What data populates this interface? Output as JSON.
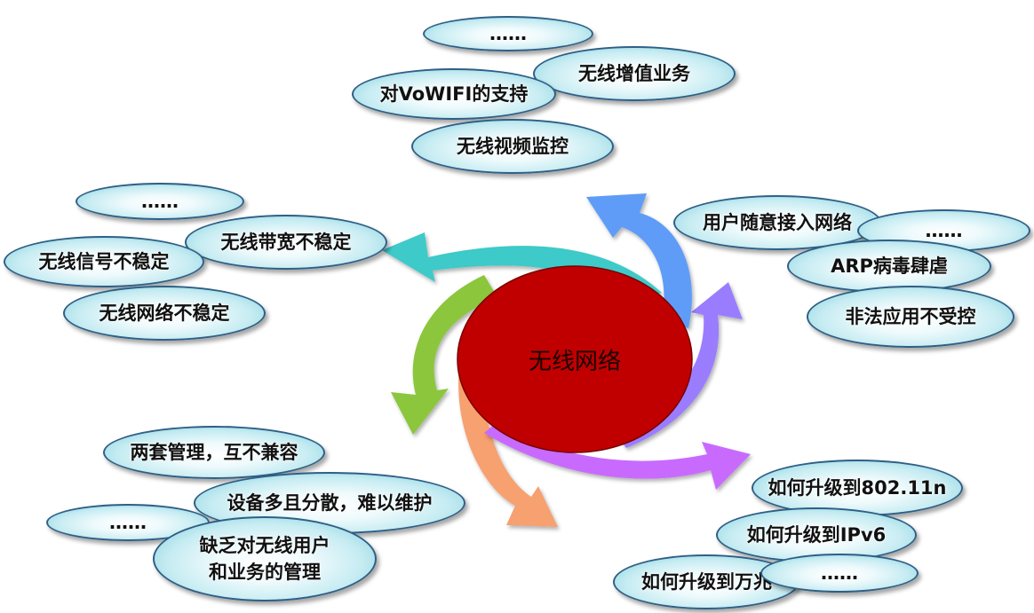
{
  "center": {
    "label": "无线网络"
  },
  "groups": {
    "top": [
      "……",
      "无线增值业务",
      "对VoWIFI的支持",
      "无线视频监控"
    ],
    "left": [
      "……",
      "无线带宽不稳定",
      "无线信号不稳定",
      "无线网络不稳定"
    ],
    "right": [
      "用户随意接入网络",
      "……",
      "ARP病毒肆虐",
      "非法应用不受控"
    ],
    "bottom_left": [
      "两套管理，互不兼容",
      "设备多且分散，难以维护",
      "……",
      "缺乏对无线用户",
      "和业务的管理"
    ],
    "bottom_right": [
      "如何升级到802.11n",
      "如何升级到IPv6",
      "如何升级到万兆",
      "……"
    ]
  },
  "colors": {
    "center": "#c00000",
    "arrow_cyan": "#3ccac9",
    "arrow_green": "#8cc63e",
    "arrow_orange": "#f7a070",
    "arrow_purple": "#c96bff",
    "arrow_violet": "#9a7dff",
    "arrow_blue": "#5f9cf7",
    "bubble_border": "#2f5f86"
  }
}
